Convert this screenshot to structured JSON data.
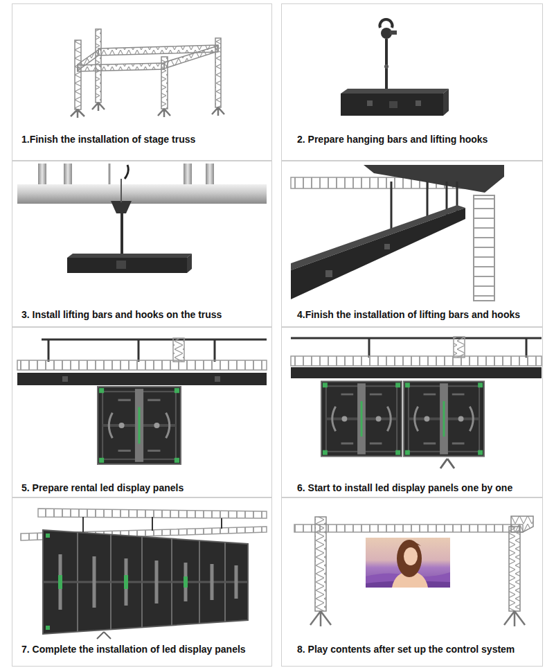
{
  "diagram": {
    "nodes": [
      {
        "text": [
          "1.Finish the installation of stage truss"
        ]
      },
      {
        "text": [
          "2. Prepare hanging bars and lifting hooks"
        ]
      },
      {
        "text": [
          "3. Install lifting bars and hooks on the truss"
        ]
      },
      {
        "text": [
          "4.Finish the installation of lifting bars and hooks"
        ]
      },
      {
        "text": [
          "5. Prepare rental led display panels"
        ]
      },
      {
        "text": [
          "6. Start to install led display panels one by one"
        ]
      },
      {
        "text": [
          "7. Complete the installation of led display panels"
        ]
      },
      {
        "text": [
          "8. Play contents after set up the control system"
        ]
      }
    ]
  }
}
